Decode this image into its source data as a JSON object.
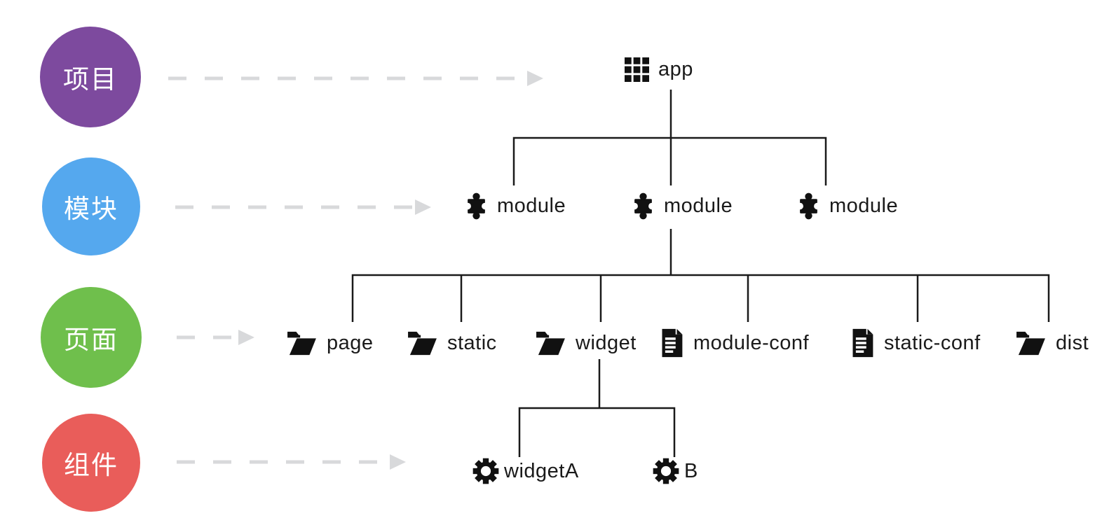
{
  "title": "project-structure-diagram",
  "legend": {
    "items": [
      {
        "label": "项目",
        "color": "#7d4a9e",
        "meaning": "project level"
      },
      {
        "label": "模块",
        "color": "#55a8ee",
        "meaning": "module level"
      },
      {
        "label": "页面",
        "color": "#6fbf4c",
        "meaning": "page level"
      },
      {
        "label": "组件",
        "color": "#e95d5a",
        "meaning": "component level"
      }
    ]
  },
  "tree": {
    "root": {
      "label": "app",
      "icon": "grid-icon"
    },
    "level2": [
      {
        "label": "module",
        "icon": "puzzle-icon"
      },
      {
        "label": "module",
        "icon": "puzzle-icon"
      },
      {
        "label": "module",
        "icon": "puzzle-icon"
      }
    ],
    "level3": [
      {
        "label": "page",
        "icon": "folder-icon"
      },
      {
        "label": "static",
        "icon": "folder-icon"
      },
      {
        "label": "widget",
        "icon": "folder-icon"
      },
      {
        "label": "module-conf",
        "icon": "document-icon"
      },
      {
        "label": "static-conf",
        "icon": "document-icon"
      },
      {
        "label": "dist",
        "icon": "folder-icon"
      }
    ],
    "level4": [
      {
        "label": "widgetA",
        "icon": "gear-icon"
      },
      {
        "label": "B",
        "icon": "gear-icon"
      }
    ]
  },
  "colors": {
    "connector_line": "#1a1a1a",
    "dashed_arrow": "#d8d9db",
    "node_text": "#1a1a1a",
    "icon_fill": "#111111",
    "background": "#ffffff"
  },
  "icons": {
    "root": "grid-icon",
    "module": "puzzle-icon",
    "folder": "folder-icon",
    "config_file": "document-icon",
    "component": "gear-icon",
    "legend_pointer": "dashed-arrow-right-icon"
  }
}
